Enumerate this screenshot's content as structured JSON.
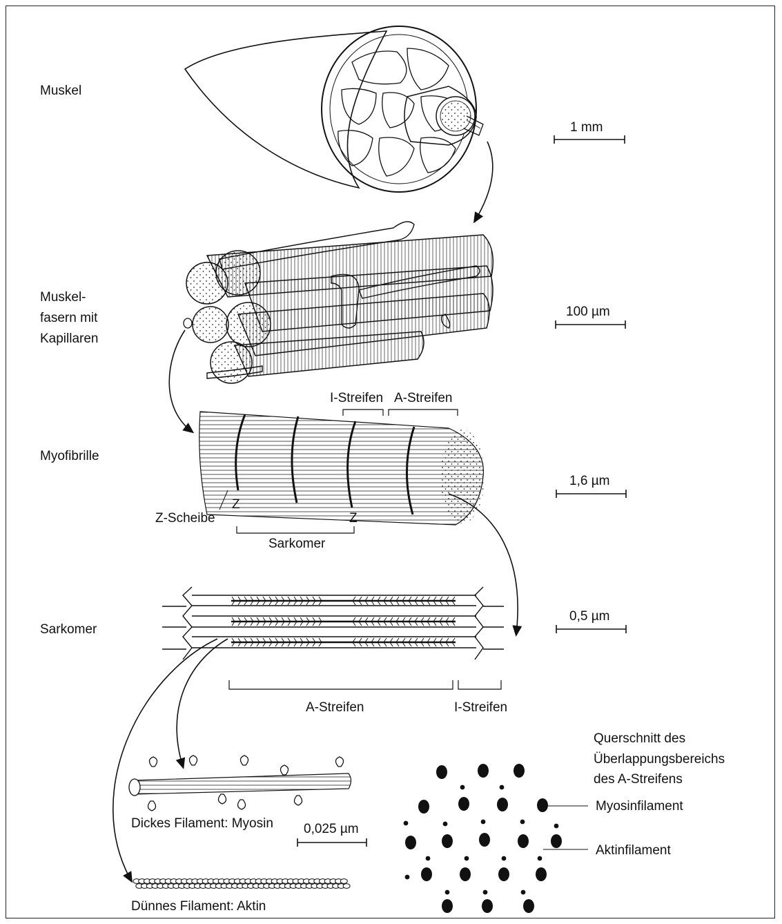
{
  "labels": {
    "muskel": "Muskel",
    "fasern_1": "Muskel-",
    "fasern_2": "fasern mit",
    "fasern_3": "Kapillaren",
    "myofibrille": "Myofibrille",
    "sarkomer": "Sarkomer",
    "i_streifen_top": "I-Streifen",
    "a_streifen_top": "A-Streifen",
    "z_left": "Z",
    "z_right": "Z",
    "z_scheibe": "Z-Scheibe",
    "sarkomer_bracket": "Sarkomer",
    "a_streifen_bottom": "A-Streifen",
    "i_streifen_bottom": "I-Streifen",
    "dickes_filament": "Dickes Filament: Myosin",
    "duennes_filament": "Dünnes Filament: Aktin",
    "querschnitt_1": "Querschnitt des",
    "querschnitt_2": "Überlappungsbereichs",
    "querschnitt_3": "des A-Streifens",
    "myosinfilament": "Myosinfilament",
    "aktinfilament": "Aktinfilament"
  },
  "scale_bars": {
    "muskel": "1 mm",
    "fasern": "100 µm",
    "myofibrille": "1,6 µm",
    "sarkomer": "0,5 µm",
    "filament": "0,025 µm"
  }
}
